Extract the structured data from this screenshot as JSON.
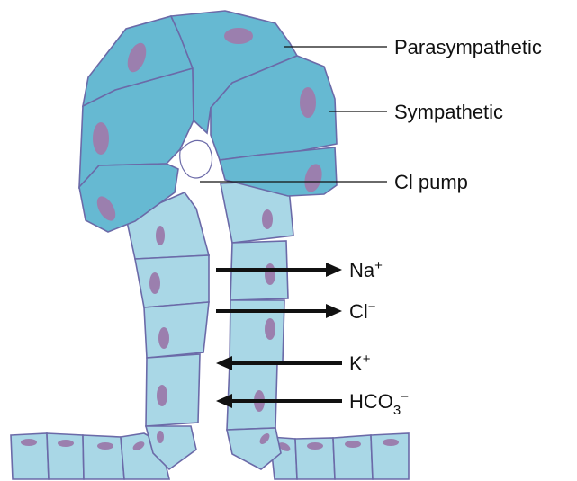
{
  "labels": {
    "parasympathetic": "Parasympathetic",
    "sympathetic": "Sympathetic",
    "cl_pump": "Cl pump"
  },
  "ions": {
    "na": {
      "base": "Na",
      "sup": "+",
      "direction": "out"
    },
    "cl": {
      "base": "Cl",
      "sup": "−",
      "direction": "out"
    },
    "k": {
      "base": "K",
      "sup": "+",
      "direction": "in"
    },
    "hco3": {
      "base": "HCO",
      "sub": "3",
      "sup": "−",
      "direction": "in"
    }
  },
  "colors": {
    "secretory_cell": "#66b9d2",
    "duct_cell": "#a9d7e6",
    "nucleus": "#9b7fae",
    "outline": "#6b6aa8"
  }
}
